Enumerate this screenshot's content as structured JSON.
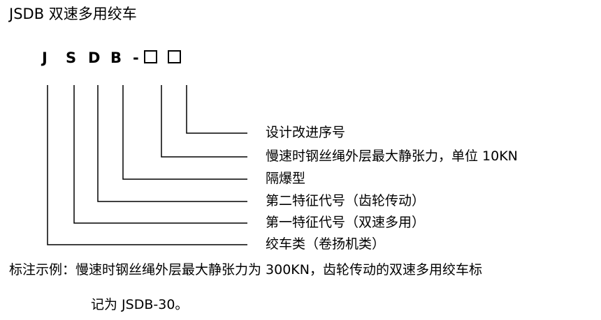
{
  "title": "JSDB 双速多用绞车",
  "model_code": {
    "letters": [
      "J",
      "S",
      "D",
      "B"
    ],
    "dash": "-",
    "placeholders": [
      "□",
      "□"
    ]
  },
  "descriptions": [
    "设计改进序号",
    "慢速时钢丝绳外层最大静张力，单位 10KN",
    "隔爆型",
    "第二特征代号（齿轮传动）",
    "第一特征代号（双速多用）",
    "绞车类（卷扬机类）"
  ],
  "note": {
    "line1": "标注示例：慢速时钢丝绳外层最大静张力为 300KN，齿轮传动的双速多用绞车标",
    "line2": "记为 JSDB-30。"
  }
}
